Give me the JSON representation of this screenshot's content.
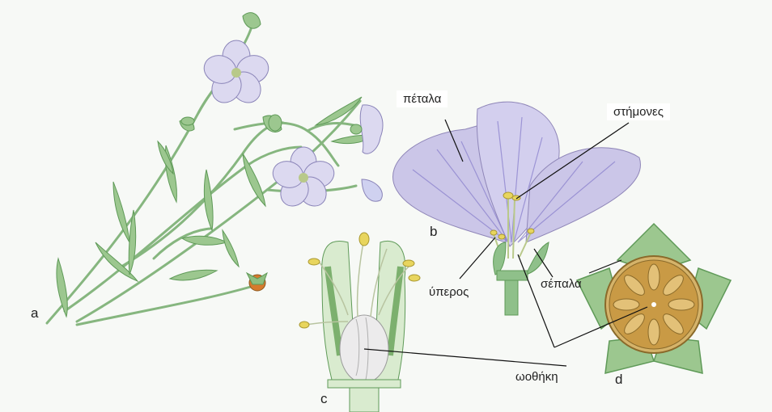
{
  "panel_letters": {
    "a": "a",
    "b": "b",
    "c": "c",
    "d": "d"
  },
  "labels": {
    "petals": "πέταλα",
    "stamens": "στήμονες",
    "pistil": "ύπερος",
    "sepals": "σέπαλα",
    "ovary": "ωοθήκη"
  },
  "colors": {
    "petal": "#cfcbe8",
    "petal_vein": "#8f86cf",
    "stem": "#8fc08a",
    "leaf": "#7cb06e",
    "anther": "#e8d55e",
    "capsule": "#c99a45",
    "sepal_dark": "#7fb072",
    "fruit_orange": "#d77a2d"
  }
}
